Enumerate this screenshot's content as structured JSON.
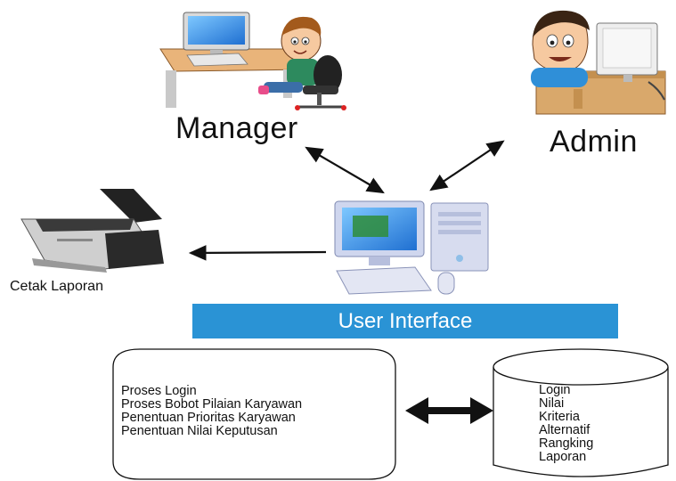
{
  "actors": {
    "manager": "Manager",
    "admin": "Admin"
  },
  "printer": {
    "label": "Cetak Laporan"
  },
  "interface": {
    "label": "User Interface"
  },
  "process_box": {
    "items": [
      "Proses Login",
      "Proses Bobot Pilaian Karyawan",
      "Penentuan Prioritas Karyawan",
      "Penentuan Nilai Keputusan"
    ]
  },
  "database": {
    "items": [
      "Login",
      "Nilai",
      "Kriteria",
      "Alternatif",
      "Rangking",
      "Laporan"
    ]
  },
  "icons": {
    "manager": "manager-at-desk-icon",
    "admin": "admin-at-computer-icon",
    "computer": "desktop-computer-icon",
    "printer": "printer-icon",
    "database": "database-cylinder-icon"
  },
  "colors": {
    "banner": "#2a93d5"
  }
}
